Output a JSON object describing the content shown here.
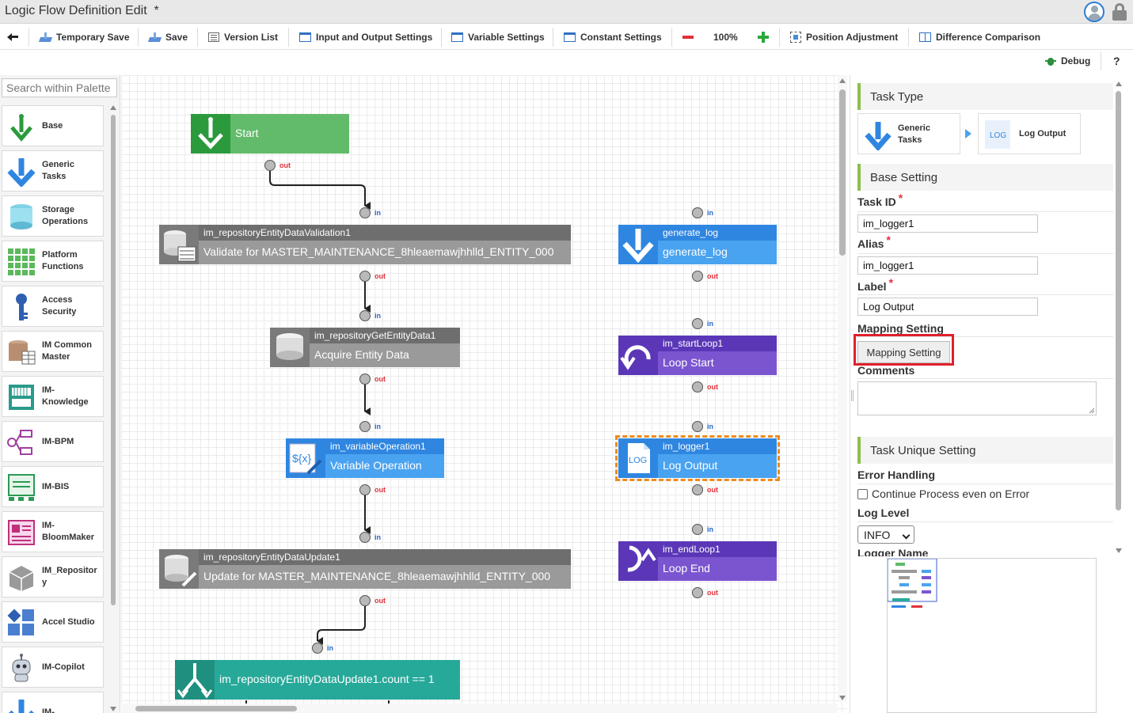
{
  "window": {
    "title": "Logic Flow Definition Edit",
    "modified_marker": "*"
  },
  "toolbar": {
    "temporary_save": "Temporary Save",
    "save": "Save",
    "version_list": "Version List",
    "io_settings": "Input and Output Settings",
    "variable_settings": "Variable Settings",
    "constant_settings": "Constant Settings",
    "zoom": "100%",
    "position_adjustment": "Position Adjustment",
    "difference_comparison": "Difference Comparison",
    "debug": "Debug",
    "help": "?"
  },
  "palette": {
    "search_placeholder": "Search within Palette",
    "items": [
      {
        "label": "Base",
        "icon": "green-down-arrow-icon"
      },
      {
        "label": "Generic\nTasks",
        "icon": "blue-down-arrow-icon"
      },
      {
        "label": "Storage\nOperations",
        "icon": "database-icon"
      },
      {
        "label": "Platform\nFunctions",
        "icon": "grid-icon"
      },
      {
        "label": "Access\nSecurity",
        "icon": "key-icon"
      },
      {
        "label": "IM Common\nMaster",
        "icon": "database-table-icon"
      },
      {
        "label": "IM-\nKnowledge",
        "icon": "knowledge-icon"
      },
      {
        "label": "IM-BPM",
        "icon": "flow-icon"
      },
      {
        "label": "IM-BIS",
        "icon": "form-icon"
      },
      {
        "label": "IM-\nBloomMaker",
        "icon": "bloommaker-icon"
      },
      {
        "label": "IM_Repositor\ny",
        "icon": "repository-icon"
      },
      {
        "label": "Accel Studio",
        "icon": "accel-studio-icon"
      },
      {
        "label": "IM-Copilot",
        "icon": "robot-icon"
      },
      {
        "label": "IM-",
        "icon": "blue-down-arrow-icon"
      }
    ]
  },
  "flow": {
    "port_in": "in",
    "port_out": "out",
    "nodes": [
      {
        "id": "start",
        "head": "",
        "body": "Start",
        "color": "#62bb6a",
        "icon_bg": "#2b9a3d",
        "icon": "green-down-arrow-icon"
      },
      {
        "id": "validate",
        "head": "im_repositoryEntityDataValidation1",
        "body": "Validate for MASTER_MAINTENANCE_8hleaemawjhhlld_ENTITY_000",
        "head_color": "#6e6e6e",
        "color": "#9a9a9a",
        "icon": "database-check-icon"
      },
      {
        "id": "acquire",
        "head": "im_repositoryGetEntityData1",
        "body": "Acquire Entity Data",
        "head_color": "#6e6e6e",
        "color": "#9a9a9a",
        "icon": "database-icon"
      },
      {
        "id": "varop",
        "head": "im_variableOperation1",
        "body": "Variable Operation",
        "head_color": "#2f86e0",
        "color": "#4aa3f0",
        "icon": "variable-icon"
      },
      {
        "id": "update",
        "head": "im_repositoryEntityDataUpdate1",
        "body": "Update for MASTER_MAINTENANCE_8hleaemawjhhlld_ENTITY_000",
        "head_color": "#6e6e6e",
        "color": "#9a9a9a",
        "icon": "database-edit-icon"
      },
      {
        "id": "condition",
        "head": "",
        "body": "im_repositoryEntityDataUpdate1.count == 1",
        "color": "#27a99a",
        "icon_bg": "#1f8f80",
        "icon": "branch-icon"
      },
      {
        "id": "genlog",
        "head": "generate_log",
        "body": "generate_log",
        "head_color": "#2f86e0",
        "color": "#4aa3f0",
        "icon": "blue-down-arrow-icon"
      },
      {
        "id": "loopstart",
        "head": "im_startLoop1",
        "body": "Loop Start",
        "head_color": "#5b37b8",
        "color": "#7b55d0",
        "icon": "loop-start-icon"
      },
      {
        "id": "logger",
        "head": "im_logger1",
        "body": "Log Output",
        "head_color": "#2f86e0",
        "color": "#4aa3f0",
        "icon": "log-icon",
        "selected": true
      },
      {
        "id": "loopend",
        "head": "im_endLoop1",
        "body": "Loop End",
        "head_color": "#5b37b8",
        "color": "#7b55d0",
        "icon": "loop-end-icon"
      }
    ]
  },
  "properties": {
    "task_type": {
      "header": "Task Type",
      "category_label": "Generic\nTasks",
      "task_label": "Log Output",
      "task_icon_text": "LOG"
    },
    "base_setting": {
      "header": "Base Setting",
      "task_id_label": "Task ID",
      "task_id": "im_logger1",
      "alias_label": "Alias",
      "alias": "im_logger1",
      "label_label": "Label",
      "label": "Log Output",
      "required_mark": "*",
      "mapping_label": "Mapping Setting",
      "mapping_button": "Mapping Setting",
      "comments_label": "Comments"
    },
    "task_unique": {
      "header": "Task Unique Setting",
      "error_handling_label": "Error Handling",
      "continue_on_error": "Continue Process even on Error",
      "log_level_label": "Log Level",
      "log_level": "INFO",
      "logger_name_label": "Logger Name"
    }
  },
  "colors": {
    "accent": "#8cbf4e",
    "highlight": "#e0202c",
    "selection": "#f08a1c"
  }
}
